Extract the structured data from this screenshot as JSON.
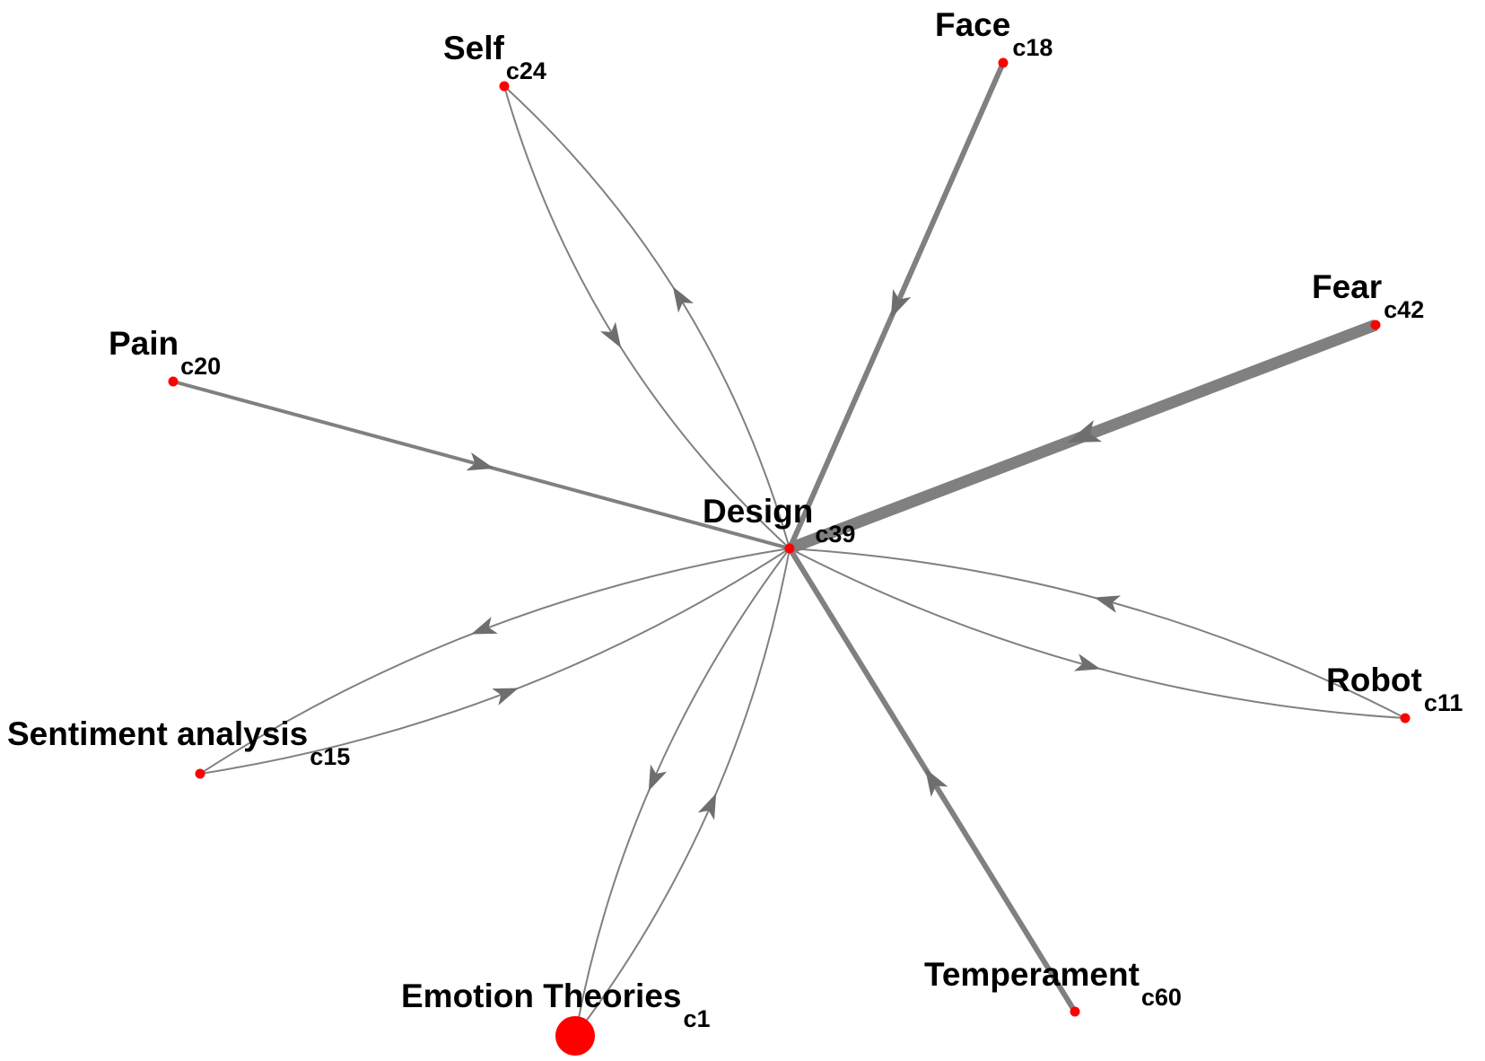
{
  "colors": {
    "node": "#ff0000",
    "edge": "#808080",
    "arrow": "#6e6e6e",
    "label": "#000000"
  },
  "nodes": [
    {
      "id": "design",
      "name": "Design",
      "code": "c39",
      "size": "small"
    },
    {
      "id": "self",
      "name": "Self",
      "code": "c24",
      "size": "small"
    },
    {
      "id": "face",
      "name": "Face",
      "code": "c18",
      "size": "small"
    },
    {
      "id": "fear",
      "name": "Fear",
      "code": "c42",
      "size": "small"
    },
    {
      "id": "pain",
      "name": "Pain",
      "code": "c20",
      "size": "small"
    },
    {
      "id": "robot",
      "name": "Robot",
      "code": "c11",
      "size": "small"
    },
    {
      "id": "sentiment",
      "name": "Sentiment analysis",
      "code": "c15",
      "size": "small"
    },
    {
      "id": "emotion",
      "name": "Emotion Theories",
      "code": "c1",
      "size": "large"
    },
    {
      "id": "temperament",
      "name": "Temperament",
      "code": "c60",
      "size": "small"
    }
  ],
  "edges": [
    {
      "from": "face",
      "to": "design",
      "weight": "medium"
    },
    {
      "from": "fear",
      "to": "design",
      "weight": "heavy"
    },
    {
      "from": "pain",
      "to": "design",
      "weight": "light"
    },
    {
      "from": "temperament",
      "to": "design",
      "weight": "medium"
    },
    {
      "from": "self",
      "to": "design",
      "weight": "thin"
    },
    {
      "from": "design",
      "to": "self",
      "weight": "thin"
    },
    {
      "from": "robot",
      "to": "design",
      "weight": "thin"
    },
    {
      "from": "design",
      "to": "robot",
      "weight": "thin"
    },
    {
      "from": "design",
      "to": "sentiment",
      "weight": "thin"
    },
    {
      "from": "sentiment",
      "to": "design",
      "weight": "thin"
    },
    {
      "from": "design",
      "to": "emotion",
      "weight": "thin"
    },
    {
      "from": "emotion",
      "to": "design",
      "weight": "thin"
    }
  ]
}
